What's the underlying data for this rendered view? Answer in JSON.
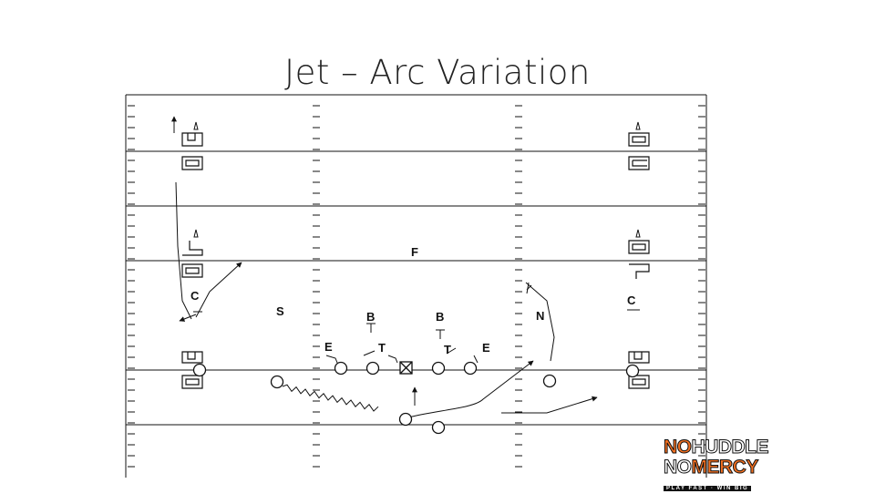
{
  "slide": {
    "title": "Jet – Arc Variation"
  },
  "diagram": {
    "defense_labels": {
      "free_safety": "F",
      "strong_safety": "S",
      "corner_left": "C",
      "corner_right": "C",
      "nickel": "N",
      "backer_left": "B",
      "backer_right": "B",
      "tackle_left": "T",
      "tackle_right": "T",
      "end_left": "E",
      "end_right": "E"
    },
    "colors": {
      "field_lines": "#111111",
      "routes": "#111111",
      "background": "#ffffff"
    }
  },
  "logo": {
    "line1_a": "NO",
    "line1_b": "HUDDLE",
    "line2_a": "NO",
    "line2_b": "MERCY",
    "tagline": "PLAY FAST · WIN BIG",
    "accent_color": "#f37021"
  }
}
